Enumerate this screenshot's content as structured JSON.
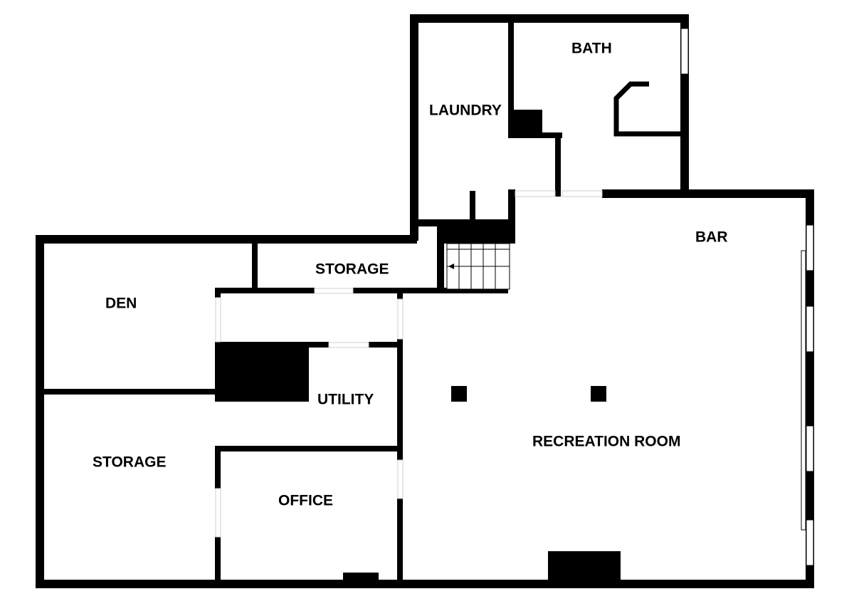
{
  "rooms": {
    "bath": "BATH",
    "laundry": "LAUNDRY",
    "bar": "BAR",
    "storage_top": "STORAGE",
    "den": "DEN",
    "utility": "UTILITY",
    "recreation_room": "RECREATION ROOM",
    "storage_left": "STORAGE",
    "office": "OFFICE"
  },
  "icons": {
    "stair_direction": "arrow-left-icon"
  },
  "colors": {
    "wall": "#000000",
    "background": "#ffffff"
  }
}
